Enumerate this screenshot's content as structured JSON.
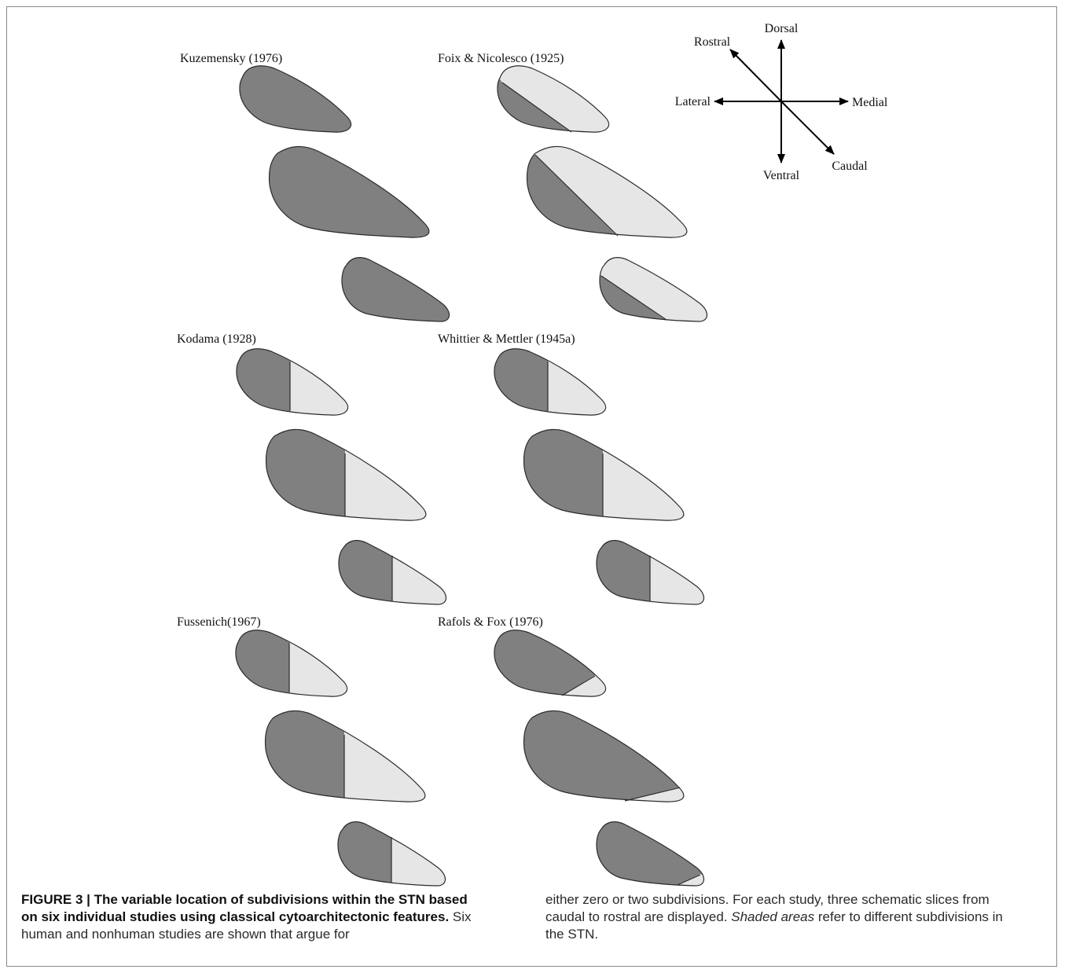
{
  "studies": [
    {
      "label": "Kuzemensky (1976)",
      "pattern": "none"
    },
    {
      "label": "Foix & Nicolesco (1925)",
      "pattern": "diagonal-dark-lower"
    },
    {
      "label": "Kodama (1928)",
      "pattern": "vertical-split"
    },
    {
      "label": "Whittier & Mettler (1945a)",
      "pattern": "vertical-split"
    },
    {
      "label": "Fussenich(1967)",
      "pattern": "vertical-split"
    },
    {
      "label": "Rafols & Fox (1976)",
      "pattern": "small-light-tip"
    }
  ],
  "orientation": {
    "dorsal": "Dorsal",
    "ventral": "Ventral",
    "rostral": "Rostral",
    "caudal": "Caudal",
    "lateral": "Lateral",
    "medial": "Medial"
  },
  "colors": {
    "subdivision_dark": "#808080",
    "subdivision_light": "#e6e6e6"
  },
  "caption": {
    "figure_label": "FIGURE 3 | The variable location of subdivisions within the STN based on six individual studies using classical cytoarchitectonic features.",
    "text_left": "Six human and nonhuman studies are shown that argue for",
    "text_right_1": "either zero or two subdivisions. For each study, three schematic slices from caudal to rostral are displayed.",
    "shaded_areas": "Shaded areas",
    "text_right_2": "refer to different subdivisions in the STN."
  }
}
